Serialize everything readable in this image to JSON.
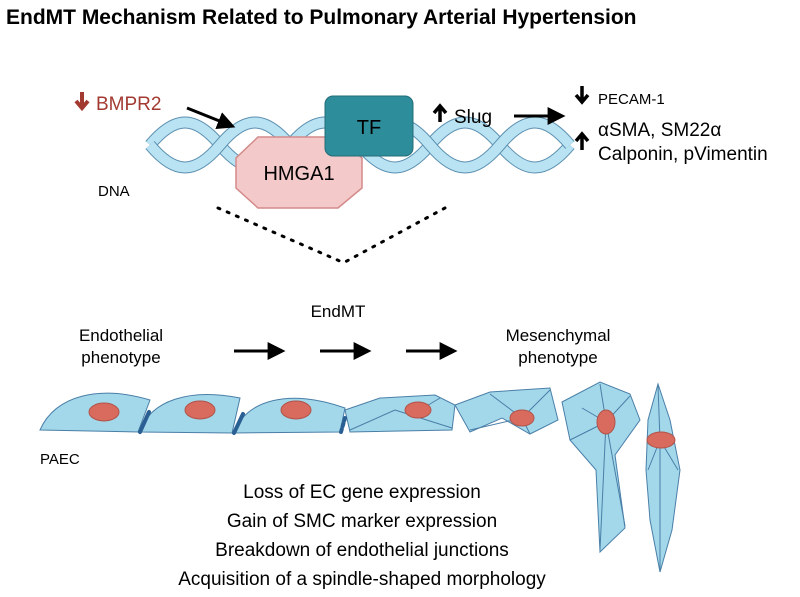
{
  "title": "EndMT Mechanism Related to Pulmonary Arterial Hypertension",
  "colors": {
    "helix": "#b9e3f2",
    "helix_stroke": "#5b8fb0",
    "hmga1_fill": "#f3c9c9",
    "hmga1_stroke": "#d48a8a",
    "tf_fill": "#2e8d9a",
    "cell_fill": "#a3d8ea",
    "cell_stroke": "#4a7fa8",
    "nucleus": "#d86a5e",
    "bmpr2": "#a33a32"
  },
  "icons": {
    "down_arrow": "arrow-down-icon",
    "up_arrow": "arrow-up-icon",
    "right_arrow": "arrow-right-icon"
  },
  "mechanism": {
    "bmpr2": "BMPR2",
    "tf": "TF",
    "hmga1": "HMGA1",
    "slug": "Slug",
    "dna": "DNA",
    "pecam": "PECAM-1",
    "up_markers_line1": "αSMA, SM22α",
    "up_markers_line2": "Calponin, pVimentin"
  },
  "phenotypes": {
    "endmt": "EndMT",
    "endothelial_line1": "Endothelial",
    "endothelial_line2": "phenotype",
    "mesenchymal_line1": "Mesenchymal",
    "mesenchymal_line2": "phenotype",
    "paec": "PAEC"
  },
  "features": [
    "Loss of EC gene expression",
    "Gain of SMC marker expression",
    "Breakdown of endothelial junctions",
    "Acquisition of a spindle-shaped morphology"
  ]
}
